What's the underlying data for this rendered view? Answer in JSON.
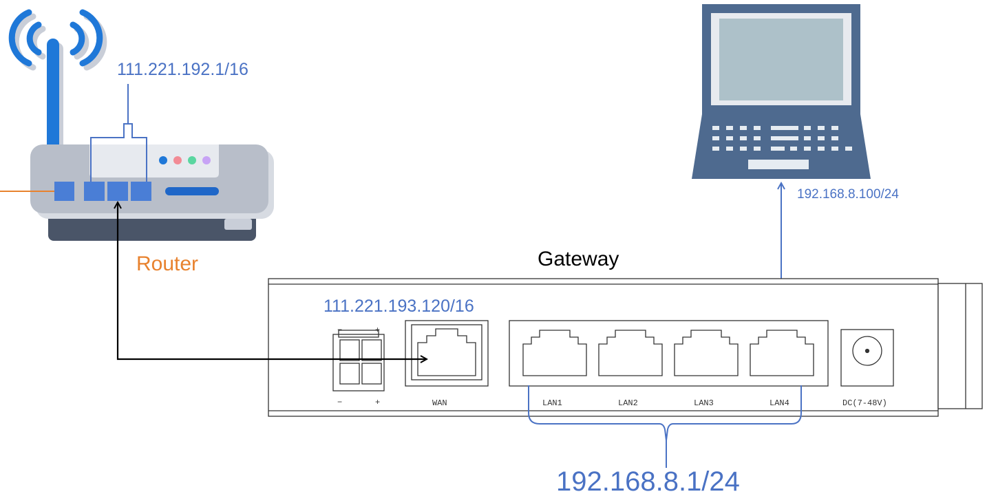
{
  "router": {
    "name": "Router",
    "lan_ip": "111.221.192.1/16"
  },
  "gateway": {
    "name": "Gateway",
    "wan_ip": "111.221.193.120/16",
    "lan_ip": "192.168.8.1/24",
    "ports": {
      "wan": "WAN",
      "lan1": "LAN1",
      "lan2": "LAN2",
      "lan3": "LAN3",
      "lan4": "LAN4",
      "dc": "DC(7-48V)"
    },
    "power_terminal": {
      "minus": "−",
      "plus": "+"
    }
  },
  "laptop": {
    "ip": "192.168.8.100/24"
  },
  "colors": {
    "ip_label": "#4a72c4",
    "router_label": "#e8822e",
    "connection_wan": "#000000",
    "connection_lan": "#4a72c4",
    "uplink": "#e8822e",
    "laptop": "#4e6a8f"
  }
}
